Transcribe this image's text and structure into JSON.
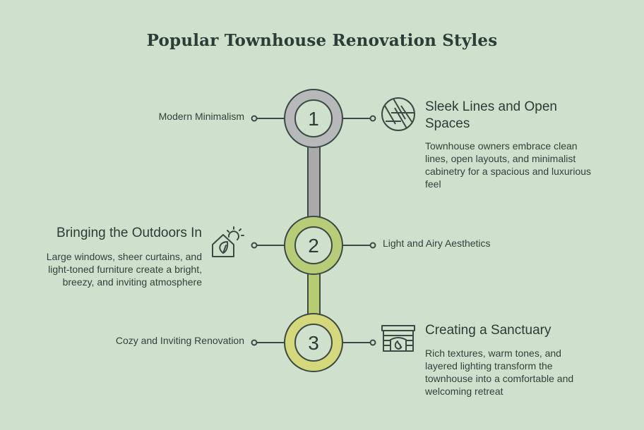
{
  "title": "Popular Townhouse Renovation Styles",
  "colors": {
    "background": "#cfe0cc",
    "node1": "#b7b8ba",
    "node2": "#b8cc78",
    "node3": "#d4d77a",
    "connector_top": "#a9aaab",
    "connector_bottom": "#b6cc6e",
    "ink": "#3b4a44"
  },
  "steps": [
    {
      "number": "1",
      "side_label": "Modern Minimalism",
      "heading": "Sleek Lines and Open Spaces",
      "description": "Townhouse owners embrace clean lines, open layouts, and minimalist cabinetry for a spacious and luxurious feel",
      "icon": "aperture-icon"
    },
    {
      "number": "2",
      "side_label": "Light and Airy Aesthetics",
      "heading": "Bringing the Outdoors In",
      "description": "Large windows, sheer curtains, and light-toned furniture create a bright, breezy, and inviting atmosphere",
      "icon": "house-leaf-sun-icon"
    },
    {
      "number": "3",
      "side_label": "Cozy and Inviting Renovation",
      "heading": "Creating a Sanctuary",
      "description": "Rich textures, warm tones, and layered lighting transform the townhouse into a comfortable and welcoming retreat",
      "icon": "fireplace-icon"
    }
  ]
}
